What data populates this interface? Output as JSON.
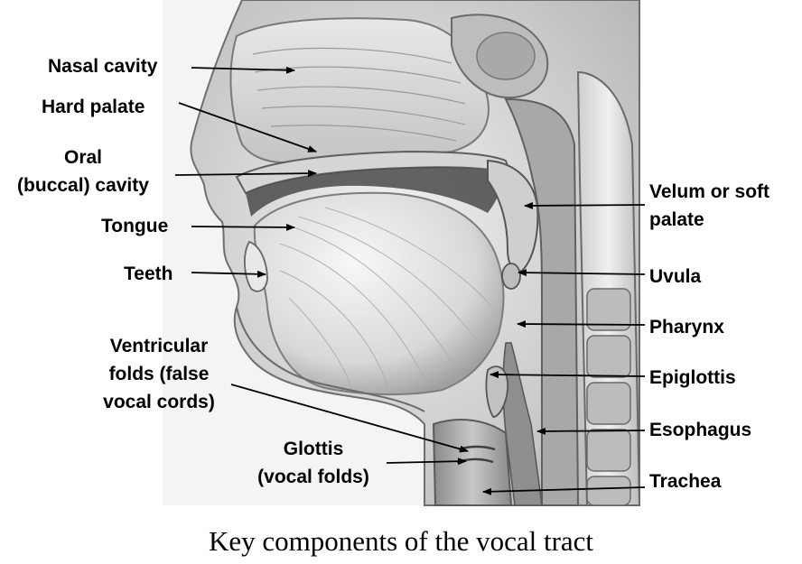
{
  "labels": {
    "nasal_cavity": "Nasal cavity",
    "hard_palate": "Hard palate",
    "oral_cavity": "Oral\n(buccal) cavity",
    "tongue": "Tongue",
    "teeth": "Teeth",
    "ventricular_folds": "Ventricular\nfolds (false\nvocal cords)",
    "glottis": "Glottis\n(vocal folds)",
    "velum": "Velum or soft\npalate",
    "uvula": "Uvula",
    "pharynx": "Pharynx",
    "epiglottis": "Epiglottis",
    "esophagus": "Esophagus",
    "trachea": "Trachea"
  },
  "caption": "Key components of the vocal tract"
}
